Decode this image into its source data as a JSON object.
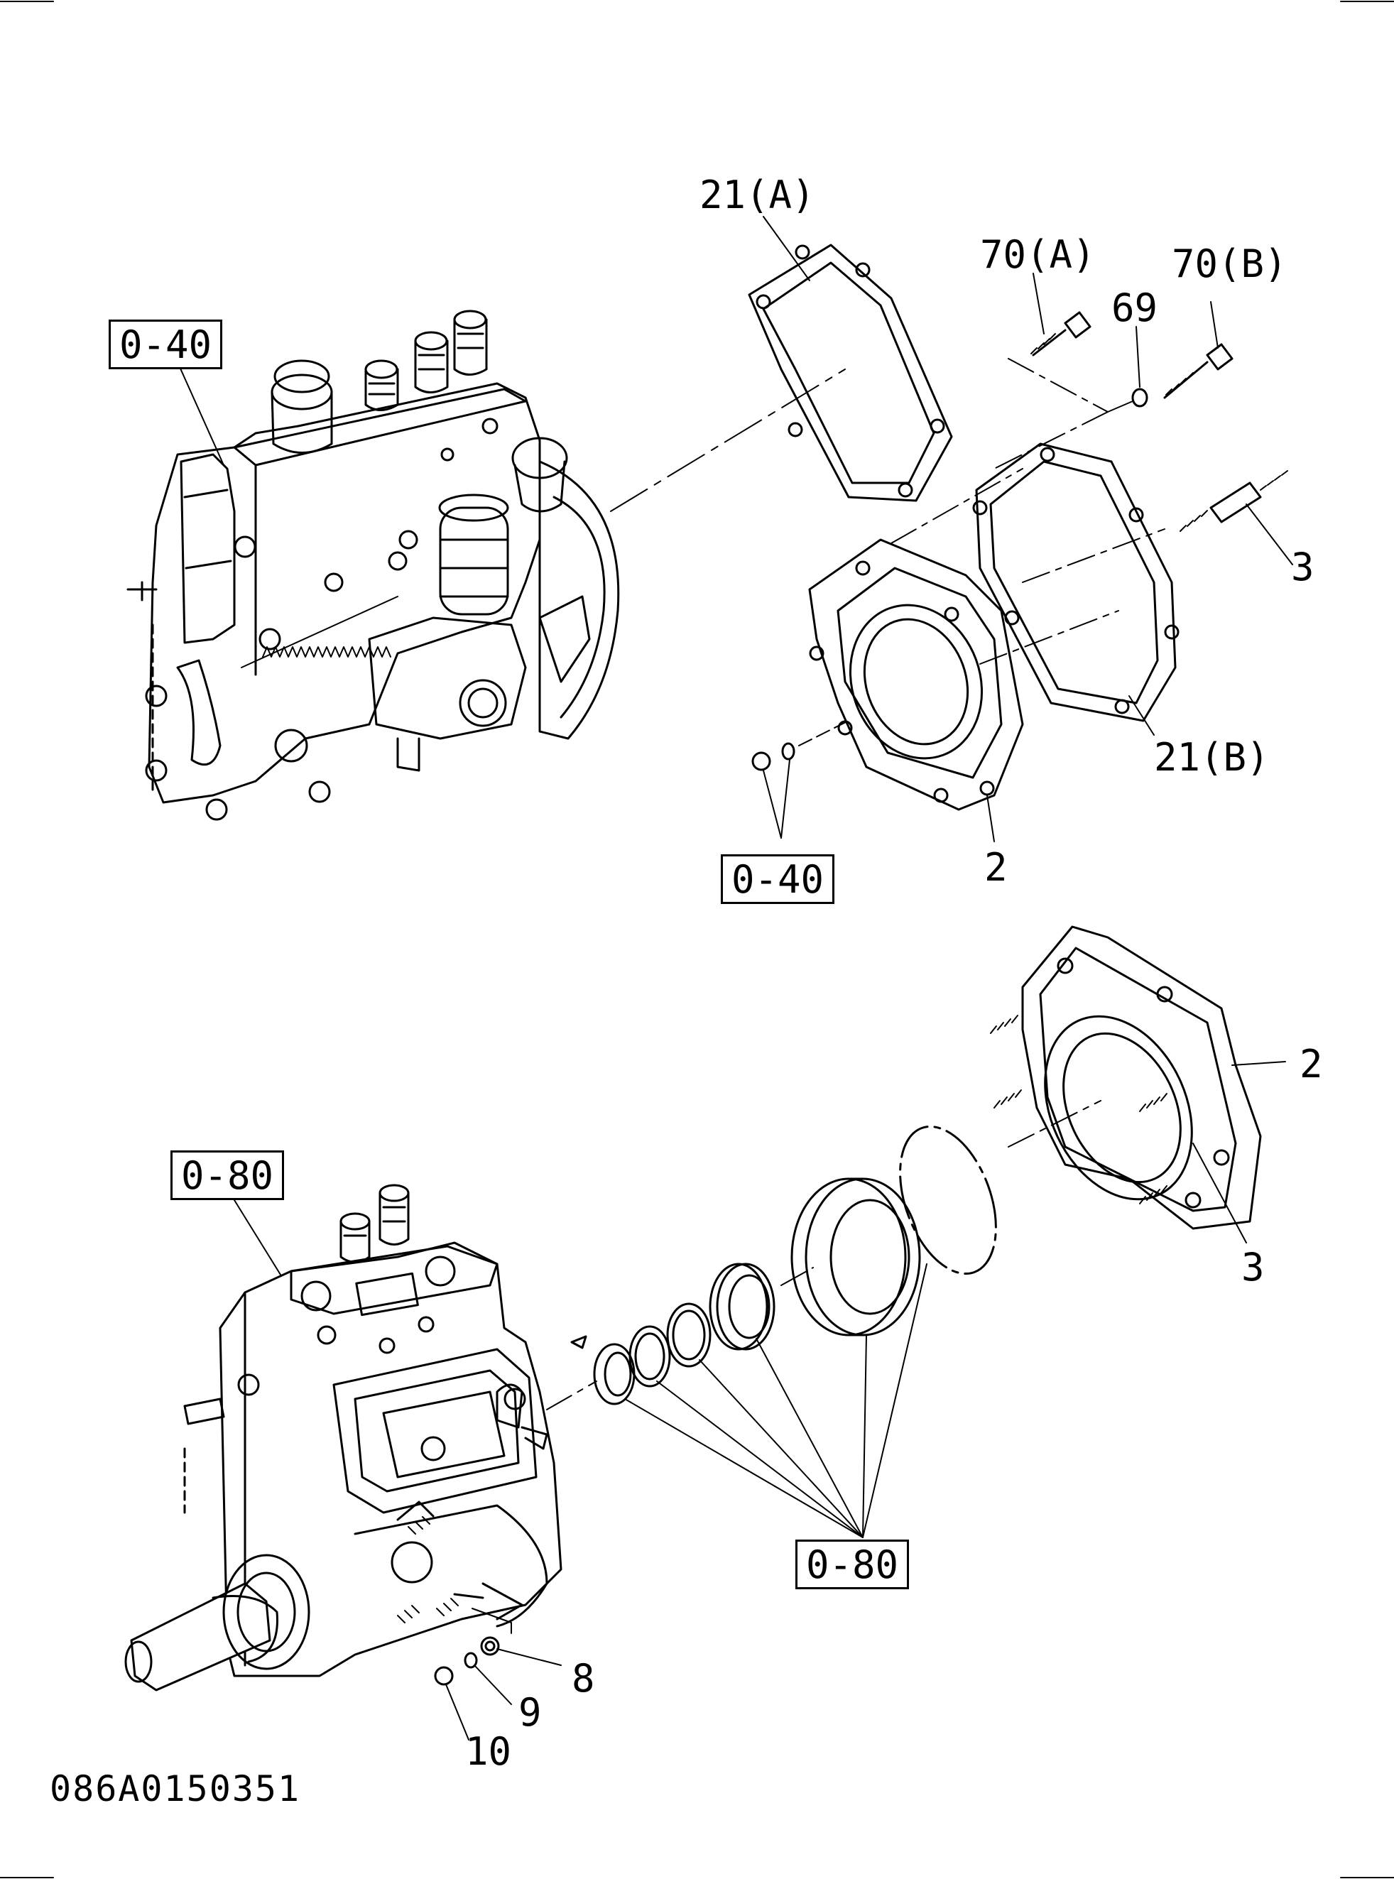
{
  "diagram": {
    "doc_id": "086A0150351",
    "upper_assembly": {
      "ref_box_main": "0-40",
      "ref_box_small_parts": "0-40",
      "callouts": {
        "gasket_a": "21(A)",
        "gasket_b": "21(B)",
        "bolt_a": "70(A)",
        "bolt_b": "70(B)",
        "washer": "69",
        "stud": "3",
        "adapter": "2"
      }
    },
    "lower_assembly": {
      "ref_box_main": "0-80",
      "ref_box_bearing_parts": "0-80",
      "callouts": {
        "adapter": "2",
        "stud": "3",
        "washer_plain": "8",
        "washer_spring": "9",
        "nut": "10"
      }
    }
  }
}
